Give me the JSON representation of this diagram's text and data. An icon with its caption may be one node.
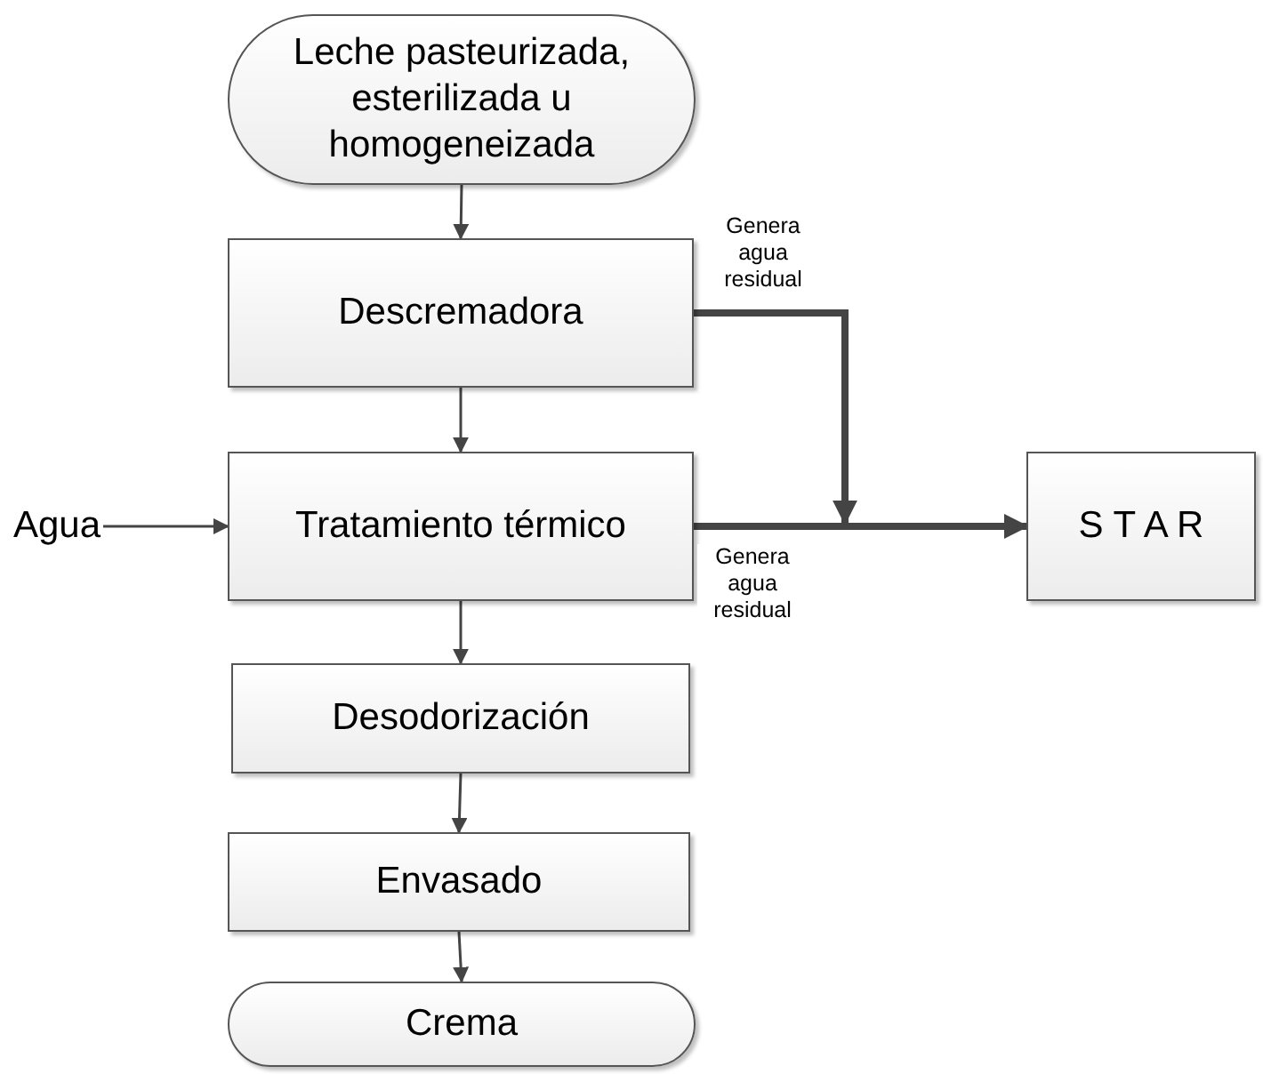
{
  "diagram": {
    "nodes": [
      {
        "text": [
          "Leche pasteurizada, esterilizada u homogeneizada"
        ]
      },
      {
        "text": [
          "Descremadora"
        ]
      },
      {
        "text": [
          "Agua"
        ]
      },
      {
        "text": [
          "Tratamiento térmico"
        ]
      },
      {
        "text": [
          "S T A R"
        ]
      },
      {
        "text": [
          "Desodorización"
        ]
      },
      {
        "text": [
          "Envasado"
        ]
      },
      {
        "text": [
          "Crema"
        ]
      }
    ],
    "edges": [
      {
        "from": 0,
        "to": 1,
        "arrow": "to"
      },
      {
        "from": 1,
        "to": 3,
        "arrow": "to"
      },
      {
        "from": 2,
        "to": 3,
        "arrow": "to"
      },
      {
        "from": 3,
        "to": 5,
        "arrow": "to"
      },
      {
        "from": 5,
        "to": 6,
        "arrow": "to"
      },
      {
        "from": 6,
        "to": 7,
        "arrow": "to"
      },
      {
        "from": 1,
        "to": 4,
        "arrow": "to",
        "label": "Genera agua residual",
        "style": "thick"
      },
      {
        "from": 3,
        "to": 4,
        "arrow": "to",
        "label": "Genera agua residual",
        "style": "thick"
      }
    ]
  }
}
